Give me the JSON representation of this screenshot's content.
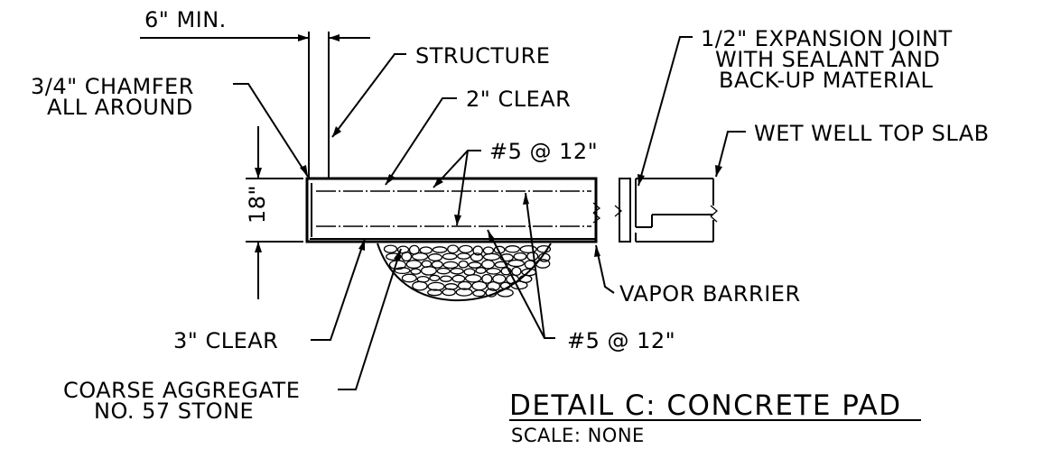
{
  "detail": {
    "title": "DETAIL C:  CONCRETE PAD",
    "scale": "SCALE: NONE"
  },
  "labels": {
    "six_min": "6\" MIN.",
    "structure": "STRUCTURE",
    "chamfer_line1": "3/4\" CHAMFER",
    "chamfer_line2": "ALL AROUND",
    "two_clear": "2\" CLEAR",
    "rebar_top": "#5 @ 12\"",
    "thickness": "18\"",
    "three_clear": "3\" CLEAR",
    "aggregate_line1": "COARSE AGGREGATE",
    "aggregate_line2": "NO. 57 STONE",
    "rebar_bottom": "#5 @ 12\"",
    "vapor_barrier": "VAPOR BARRIER",
    "expansion_line1": "1/2\" EXPANSION JOINT",
    "expansion_line2": "WITH SEALANT AND",
    "expansion_line3": "BACK-UP MATERIAL",
    "wet_well": "WET WELL TOP SLAB"
  }
}
